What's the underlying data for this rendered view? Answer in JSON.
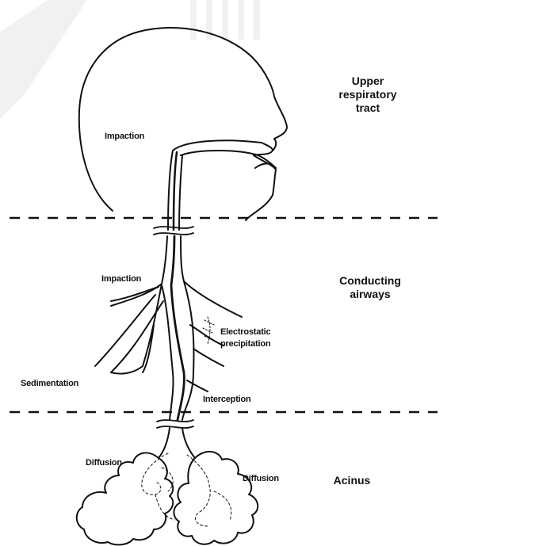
{
  "regions": {
    "upper": [
      "Upper",
      "respiratory",
      "tract"
    ],
    "conducting": [
      "Conducting",
      "airways"
    ],
    "acinus": "Acinus"
  },
  "mechanisms": {
    "impaction_upper": "Impaction",
    "impaction_conducting": "Impaction",
    "electrostatic": [
      "Electrostatic",
      "precipitation"
    ],
    "sedimentation": "Sedimentation",
    "interception": "Interception",
    "diffusion_left": "Diffusion",
    "diffusion_right": "Diffusion"
  }
}
